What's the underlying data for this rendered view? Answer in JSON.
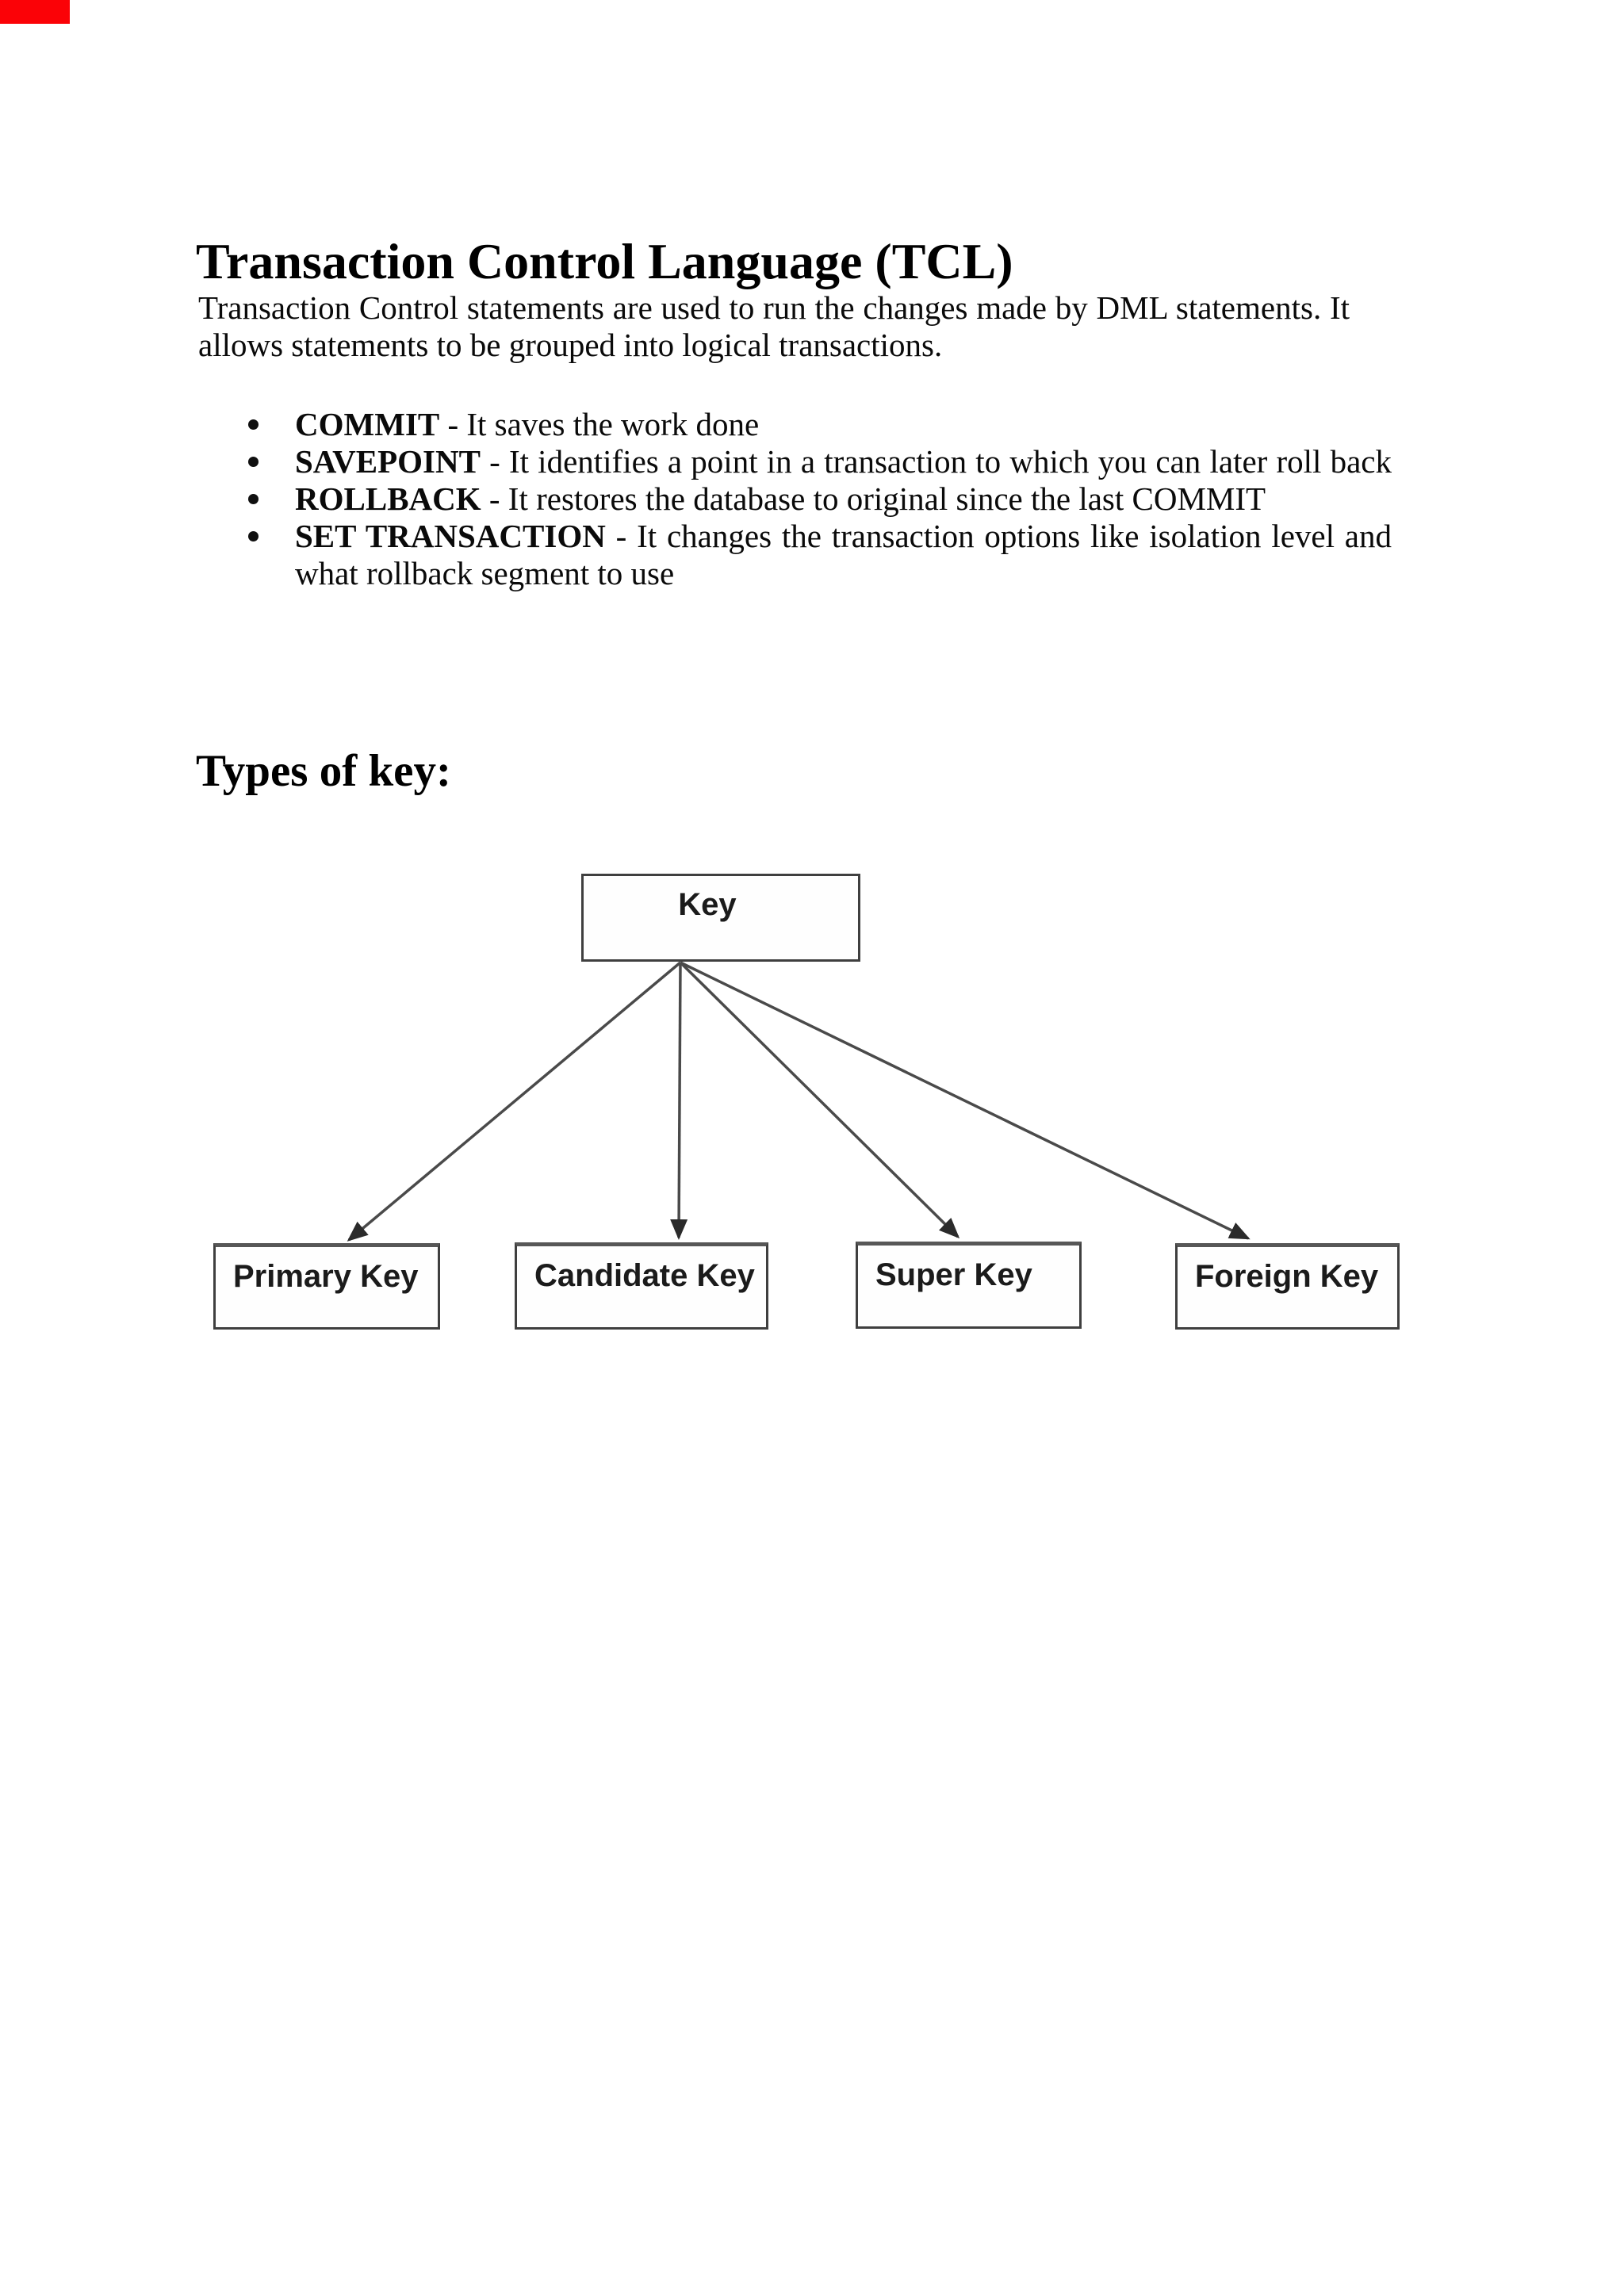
{
  "document": {
    "corner_badge_color": "#fb0207",
    "tcl": {
      "heading": "Transaction Control Language (TCL)",
      "intro_line1": "Transaction Control statements are used to run the changes made by DML statements. It",
      "intro_line2": "allows statements to be grouped into logical transactions.",
      "bullets": [
        {
          "term": "COMMIT",
          "desc": "- It saves the work done",
          "desc2": ""
        },
        {
          "term": "SAVEPOINT",
          "desc": "- It identifies a point in a transaction to which you can later roll back",
          "desc2": ""
        },
        {
          "term": "ROLLBACK",
          "desc": "- It restores the database to original since the last COMMIT",
          "desc2": ""
        },
        {
          "term": "SET TRANSACTION",
          "desc": "- It changes the transaction options like isolation level and",
          "desc2": "what rollback segment to use"
        }
      ]
    },
    "keys": {
      "heading": "Types of key:",
      "root_label": "Key",
      "children": [
        "Primary Key",
        "Candidate Key",
        "Super Key",
        "Foreign Key"
      ]
    }
  }
}
